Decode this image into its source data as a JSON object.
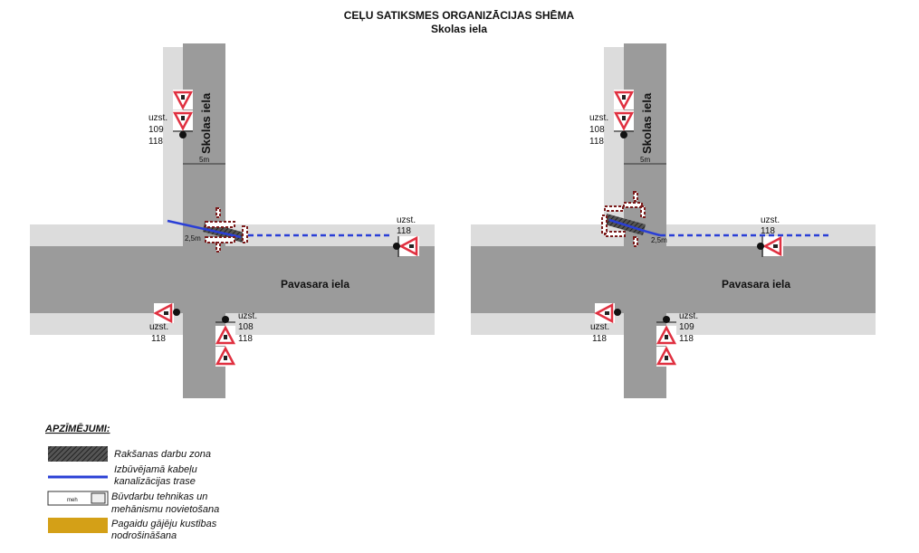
{
  "title": "CEĻU SATIKSMES ORGANIZĀCIJAS SHĒMA",
  "subtitle": "Skolas iela",
  "colors": {
    "road": "#9b9b9b",
    "sidewalk": "#dcdcdc",
    "cable": "#2a3fd6",
    "sign_red": "#e03040",
    "pedestrian": "#d4a017"
  },
  "left": {
    "street_v": "Skolas iela",
    "street_h": "Pavasara iela",
    "dim_5": "5m",
    "dim_25": "2,5m",
    "sign_nw": {
      "l1": "uzst.",
      "l2": "109",
      "l3": "118"
    },
    "sign_e": {
      "l1": "uzst.",
      "l2": "118"
    },
    "sign_sw": {
      "l1": "uzst.",
      "l2": "118"
    },
    "sign_s": {
      "l1": "uzst.",
      "l2": "108",
      "l3": "118"
    }
  },
  "right": {
    "street_v": "Skolas iela",
    "street_h": "Pavasara iela",
    "dim_5": "5m",
    "dim_25": "2,5m",
    "sign_nw": {
      "l1": "uzst.",
      "l2": "108",
      "l3": "118"
    },
    "sign_e": {
      "l1": "uzst.",
      "l2": "118"
    },
    "sign_sw": {
      "l1": "uzst.",
      "l2": "118"
    },
    "sign_s": {
      "l1": "uzst.",
      "l2": "109",
      "l3": "118"
    }
  },
  "legend": {
    "title": "APZĪMĒJUMI:",
    "items": [
      {
        "l1": "Rakšanas darbu zona",
        "l2": ""
      },
      {
        "l1": "Izbūvējamā kabeļu",
        "l2": "kanalizācijas trase"
      },
      {
        "l1": "Būvdarbu tehnikas un",
        "l2": "mehānismu novietošana",
        "box": "meh"
      },
      {
        "l1": "Pagaidu gājēju kustības",
        "l2": "nodrošināšana"
      }
    ]
  }
}
